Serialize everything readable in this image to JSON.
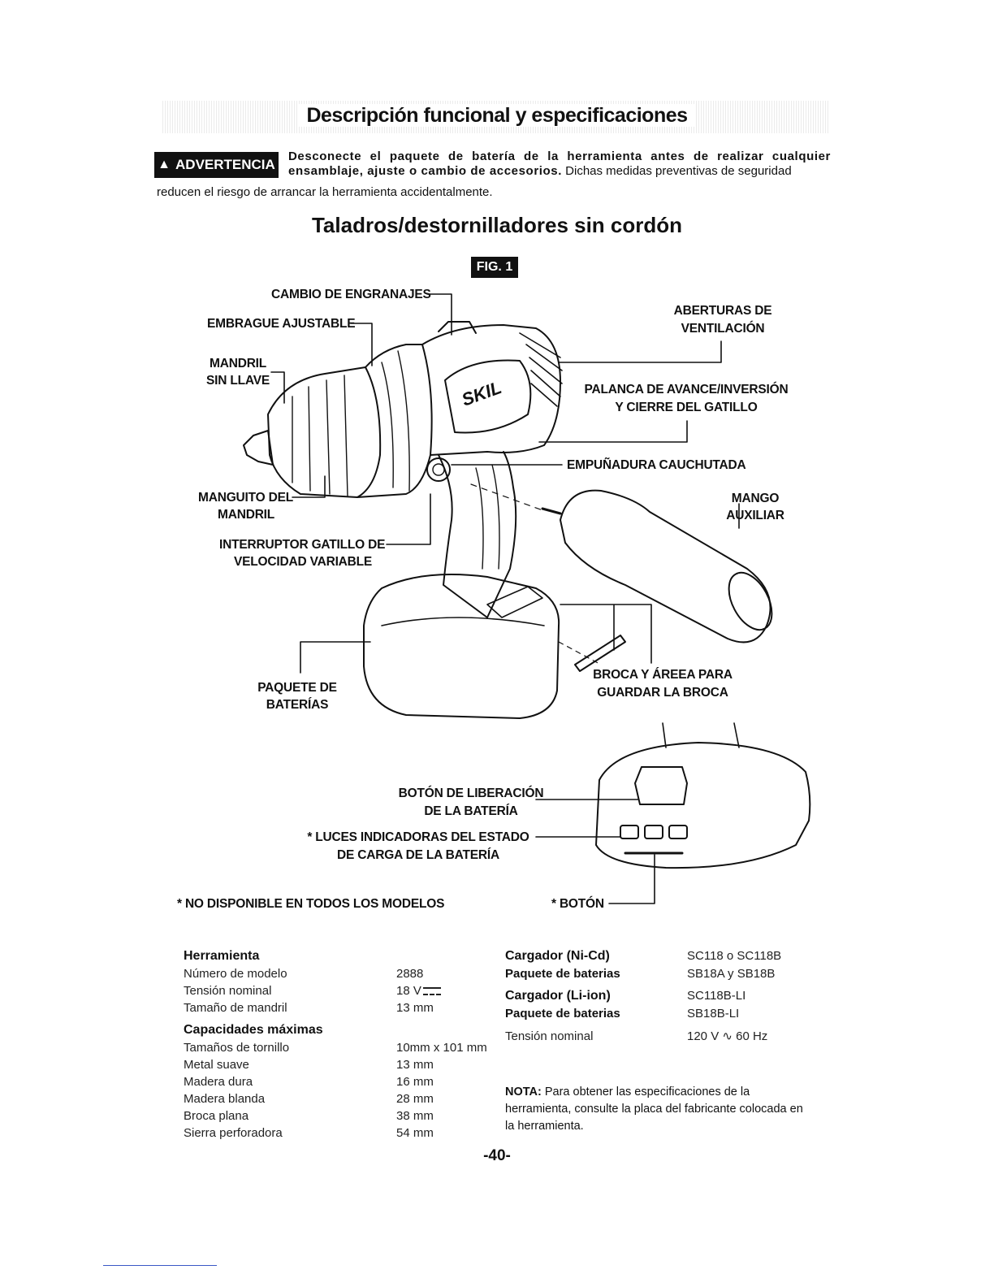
{
  "header": {
    "title": "Descripción funcional y especificaciones"
  },
  "warning": {
    "badge": "ADVERTENCIA",
    "bold_text": "Desconecte el paquete de batería de la herramienta antes de realizar cualquier ensamblaje, ajuste o cambio de accesorios.",
    "text": " Dichas medidas preventivas de seguridad",
    "continuation": "reducen el riesgo de arrancar la herramienta accidentalmente."
  },
  "section_title": "Taladros/destornilladores sin cordón",
  "figure_label": "FIG. 1",
  "brand": "SKIL",
  "labels": {
    "gear_change": "CAMBIO DE ENGRANAJES",
    "adjustable_clutch": "EMBRAGUE AJUSTABLE",
    "keyless_chuck_1": "MANDRIL",
    "keyless_chuck_2": "SIN LLAVE",
    "vents_1": "ABERTURAS DE",
    "vents_2": "VENTILACIÓN",
    "fwd_rev_1": "PALANCA DE AVANCE/INVERSIÓN",
    "fwd_rev_2": "Y CIERRE DEL GATILLO",
    "rubber_grip": "EMPUÑADURA CAUCHUTADA",
    "aux_handle_1": "MANGO",
    "aux_handle_2": "AUXILIAR",
    "chuck_sleeve_1": "MANGUITO DEL",
    "chuck_sleeve_2": "MANDRIL",
    "trigger_1": "INTERRUPTOR GATILLO DE",
    "trigger_2": "VELOCIDAD VARIABLE",
    "bit_1": "BROCA Y ÁREEA PARA",
    "bit_2": "GUARDAR LA BROCA",
    "battery_1": "PAQUETE DE",
    "battery_2": "BATERÍAS",
    "release_1": "BOTÓN DE LIBERACIÓN",
    "release_2": "DE LA BATERÍA",
    "fuel_1": "* LUCES INDICADORAS DEL ESTADO",
    "fuel_2": "DE CARGA DE LA BATERÍA",
    "not_available": "* NO DISPONIBLE EN TODOS LOS MODELOS",
    "button": "* BOTÓN"
  },
  "specs_left": {
    "tool_heading": "Herramienta",
    "rows": [
      {
        "label": "Número de modelo",
        "value": "2888"
      },
      {
        "label": "Tensión nominal",
        "value": "18 V"
      },
      {
        "label": "Tamaño de mandril",
        "value": "13 mm"
      }
    ],
    "cap_heading": "Capacidades máximas",
    "cap_rows": [
      {
        "label": "Tamaños de tornillo",
        "value": "10mm x 101 mm"
      },
      {
        "label": "Metal suave",
        "value": "13 mm"
      },
      {
        "label": "Madera dura",
        "value": "16 mm"
      },
      {
        "label": "Madera blanda",
        "value": "28 mm"
      },
      {
        "label": "Broca plana",
        "value": "38 mm"
      },
      {
        "label": "Sierra perforadora",
        "value": "54 mm"
      }
    ]
  },
  "specs_right": {
    "charger_nicd": "Cargador (Ni-Cd)",
    "charger_nicd_val": "SC118 o SC118B",
    "batt_nicd": "Paquete de baterias",
    "batt_nicd_val": "SB18A y SB18B",
    "charger_li": "Cargador (Li-ion)",
    "charger_li_val": "SC118B-LI",
    "batt_li": "Paquete de baterias",
    "batt_li_val": "SB18B-LI",
    "voltage": "Tensión nominal",
    "voltage_val": "120 V",
    "voltage_hz": "60 Hz",
    "note_bold": "NOTA:",
    "note_text": " Para obtener las especificaciones de la herramienta, consulte la placa del fabricante colocada en la herramienta."
  },
  "page_number": "-40-"
}
